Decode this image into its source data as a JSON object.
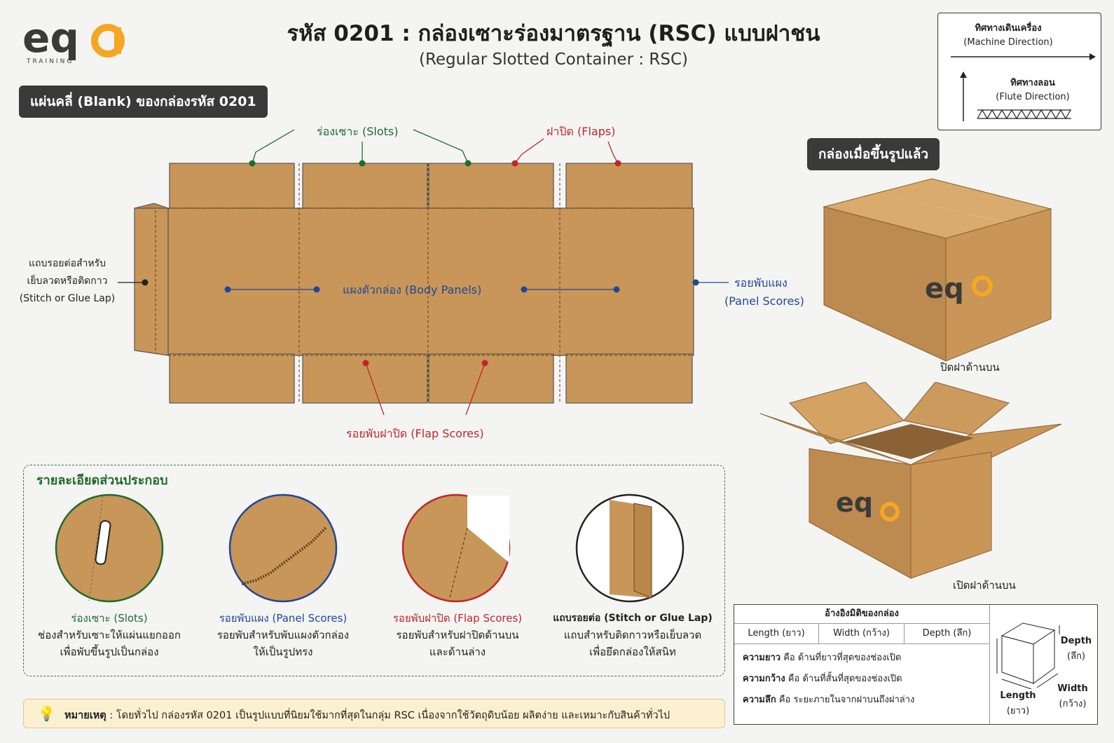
{
  "brand": {
    "logo_text": "eqa",
    "logo_sub": "TRAINING",
    "accent": "#f5a623",
    "dark": "#3a3a3a"
  },
  "title": "รหัส 0201 : กล่องเซาะร่องมาตรฐาน (RSC) แบบฝาชน",
  "subtitle": "(Regular Slotted Container : RSC)",
  "direction": {
    "machine_th": "ทิศทางเดินเครื่อง",
    "machine_en": "(Machine Direction)",
    "flute_th": "ทิศทางลอน",
    "flute_en": "(Flute Direction)"
  },
  "blank_tag": "แผ่นคลี่ (Blank) ของกล่องรหัส 0201",
  "formed_tag": "กล่องเมื่อขึ้นรูปแล้ว",
  "labels": {
    "slots": "ร่องเซาะ (Slots)",
    "flaps": "ฝาปิด (Flaps)",
    "body": "แผงตัวกล่อง (Body Panels)",
    "panel_scores_th": "รอยพับแผง",
    "panel_scores_en": "(Panel Scores)",
    "flap_scores": "รอยพับฝาปิด (Flap Scores)",
    "lap_l1": "แถบรอยต่อสำหรับ",
    "lap_l2": "เย็บลวดหรือติดกาว",
    "lap_l3": "(Stitch or Glue Lap)"
  },
  "box_closed_caption": "ปิดฝาด้านบน",
  "box_open_caption": "เปิดฝาด้านบน",
  "details": {
    "title": "รายละเอียดส่วนประกอบ",
    "items": [
      {
        "name": "ร่องเซาะ (Slots)",
        "d1": "ช่องสำหรับเซาะให้แผ่นแยกออก",
        "d2": "เพื่อพับขึ้นรูปเป็นกล่อง"
      },
      {
        "name": "รอยพับแผง (Panel Scores)",
        "d1": "รอยพับสำหรับพับแผงตัวกล่อง",
        "d2": "ให้เป็นรูปทรง"
      },
      {
        "name": "รอยพับฝาปิด (Flap Scores)",
        "d1": "รอยพับสำหรับฝาปิดด้านบน",
        "d2": "และด้านล่าง"
      },
      {
        "name": "แถบรอยต่อ (Stitch or Glue Lap)",
        "d1": "แถบสำหรับติดกาวหรือเย็บลวด",
        "d2": "เพื่อยึดกล่องให้สนิท"
      }
    ]
  },
  "note": {
    "label": "หมายเหตุ",
    "text": " : โดยทั่วไป กล่องรหัส 0201 เป็นรูปแบบที่นิยมใช้มากที่สุดในกลุ่ม RSC เนื่องจากใช้วัตถุดิบน้อย ผลิตง่าย และเหมาะกับสินค้าทั่วไป"
  },
  "reference": {
    "title": "อ้างอิงมิติของกล่อง",
    "cols": [
      "Length (ยาว)",
      "Width (กว้าง)",
      "Depth (ลึก)"
    ],
    "rows": [
      {
        "term": "ความยาว",
        "text": "คือ ด้านที่ยาวที่สุดของช่องเปิด"
      },
      {
        "term": "ความกว้าง",
        "text": "คือ ด้านที่สั้นที่สุดของช่องเปิด"
      },
      {
        "term": "ความลึก",
        "text": "คือ ระยะภายในจากฝาบนถึงฝาล่าง"
      }
    ],
    "dim_depth": "Depth",
    "dim_depth_th": "(ลึก)",
    "dim_length": "Length",
    "dim_length_th": "(ยาว)",
    "dim_width": "Width",
    "dim_width_th": "(กว้าง)"
  },
  "colors": {
    "kraft": "#c89658",
    "kraft_dark": "#a97a42",
    "green": "#1f6b2c",
    "red": "#c0262b",
    "blue": "#1f4799"
  }
}
